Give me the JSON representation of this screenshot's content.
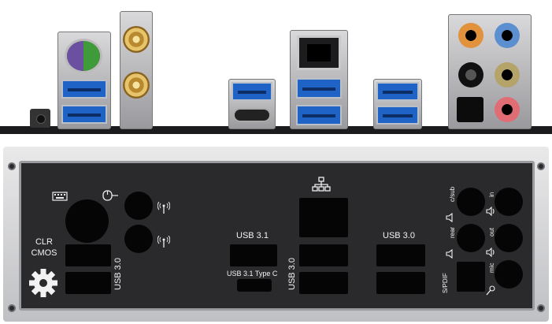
{
  "colors": {
    "shield_frame": "#d4d5d8",
    "shield_panel": "#2a2a2c",
    "usb3_blue": "#1f63c6",
    "ps2_purple": "#6b4fa0",
    "ps2_green": "#3f9a3a",
    "audio_orange": "#e2913c",
    "audio_blue": "#5b8fd0",
    "audio_olive": "#b5a46a",
    "audio_pink": "#e06c74"
  },
  "shield": {
    "clr_cmos": "CLR\nCMOS",
    "usb30_left": "USB 3.0",
    "usb31": "USB 3.1",
    "usb31_typec": "USB 3.1 Type C",
    "usb30_mid": "USB 3.0",
    "usb30_right": "USB 3.0",
    "audio": {
      "c_sub": "c/sub",
      "in": "in",
      "rear": "rear",
      "out": "out",
      "mic": "mic",
      "spdif": "S/PDIF"
    }
  },
  "icons": [
    "keyboard-icon",
    "mouse-icon",
    "antenna-icon",
    "network-icon",
    "speaker-icon",
    "headphone-icon",
    "gear-icon"
  ]
}
